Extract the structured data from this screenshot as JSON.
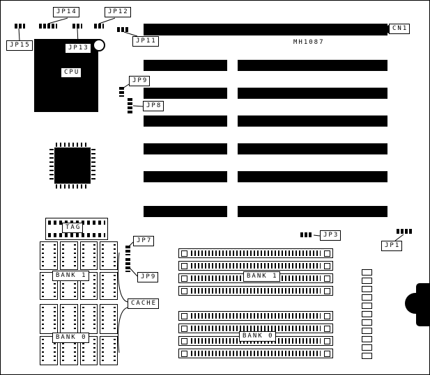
{
  "board": {
    "model": "MH1087",
    "cpu": "CPU",
    "connector_cn1": "CN1",
    "tag": "TAG",
    "cache": "CACHE",
    "jumpers": {
      "jp1": "JP1",
      "jp3": "JP3",
      "jp7": "JP7",
      "jp8": "JP8",
      "jp9_upper": "JP9",
      "jp9_lower": "JP9",
      "jp11": "JP11",
      "jp12": "JP12",
      "jp13": "JP13",
      "jp14": "JP14",
      "jp15": "JP15"
    },
    "cache_banks": {
      "bank1": "BANK 1",
      "bank0": "BANK 0"
    },
    "simm_banks": {
      "bank1": "BANK 1",
      "bank0": "BANK 0"
    }
  }
}
